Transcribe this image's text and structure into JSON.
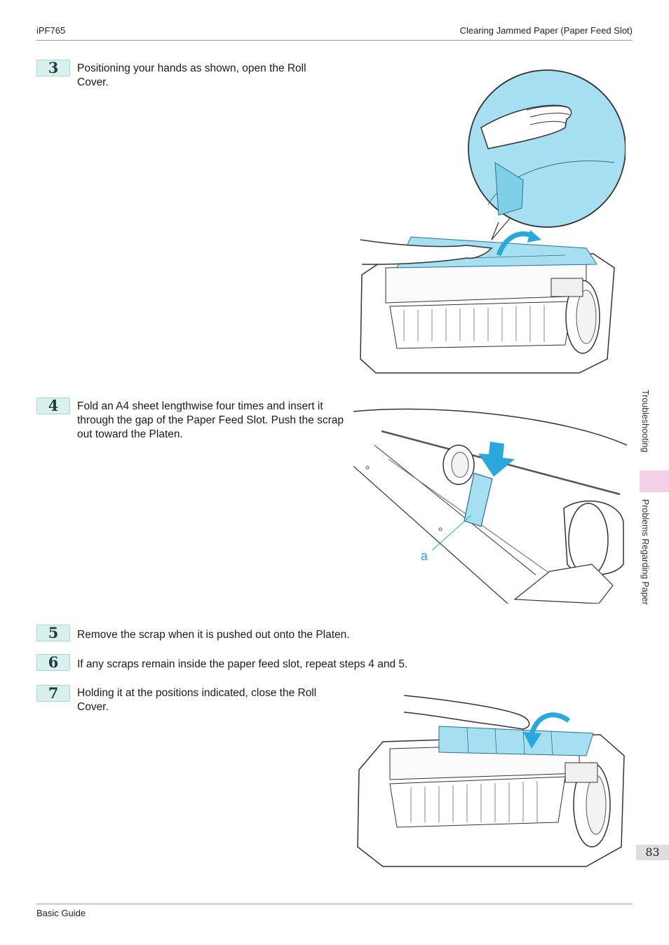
{
  "header": {
    "left": "iPF765",
    "right": "Clearing Jammed Paper (Paper Feed Slot)"
  },
  "footer": {
    "left": "Basic Guide"
  },
  "side": {
    "tab1": "Troubleshooting",
    "tab2": "Problems Regarding Paper",
    "page_number": "83"
  },
  "steps": [
    {
      "number": "3",
      "text": "Positioning your hands as shown, open the Roll Cover."
    },
    {
      "number": "4",
      "text": "Fold an A4 sheet lengthwise four times and insert it through the gap of the Paper Feed Slot. Push the scrap out toward the Platen."
    },
    {
      "number": "5",
      "text": "Remove the scrap when it is pushed out onto the Platen."
    },
    {
      "number": "6",
      "text": "If any scraps remain inside the paper feed slot, repeat steps 4 and 5."
    },
    {
      "number": "7",
      "text": "Holding it at the positions indicated, close the Roll Cover."
    }
  ],
  "figures": {
    "callout_a": "a"
  },
  "colors": {
    "cover_blue": "#a6dff2",
    "arrow_blue": "#2aa7dc",
    "badge_bg": "#d8f1ee",
    "tab_pink": "#f1cfe4"
  }
}
